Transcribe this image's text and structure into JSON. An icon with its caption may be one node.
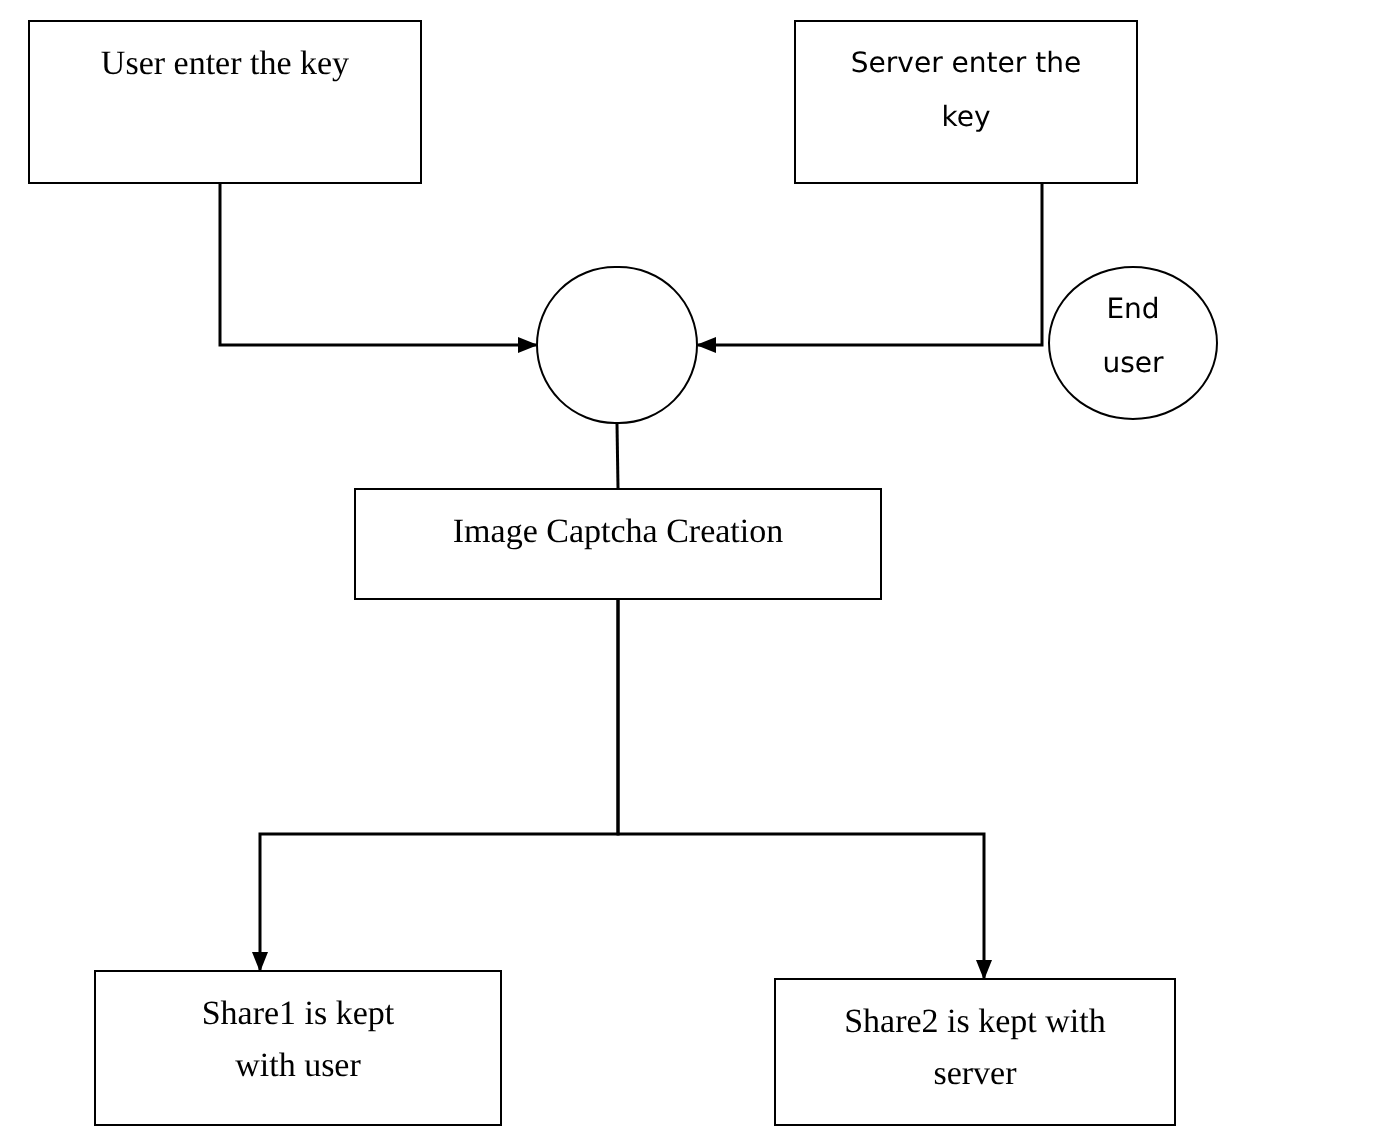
{
  "diagram": {
    "nodes": [
      {
        "text": [
          "User enter the key"
        ]
      },
      {
        "text": [
          "Server enter the key"
        ]
      },
      {
        "text": [],
        "shape": "circle"
      },
      {
        "text": [
          "End user"
        ]
      },
      {
        "text": [
          "Image Captcha Creation"
        ]
      },
      {
        "text": [
          "Share1 is kept with user"
        ]
      },
      {
        "text": [
          "Share2 is kept with server"
        ]
      }
    ],
    "edges": [
      {
        "from": 0,
        "to": 2,
        "arrow": "to"
      },
      {
        "from": 1,
        "to": 2,
        "arrow": "to"
      },
      {
        "from": 2,
        "to": 4,
        "arrow": "none"
      },
      {
        "from": 4,
        "to": 5,
        "arrow": "to"
      },
      {
        "from": 4,
        "to": 6,
        "arrow": "to"
      }
    ]
  }
}
